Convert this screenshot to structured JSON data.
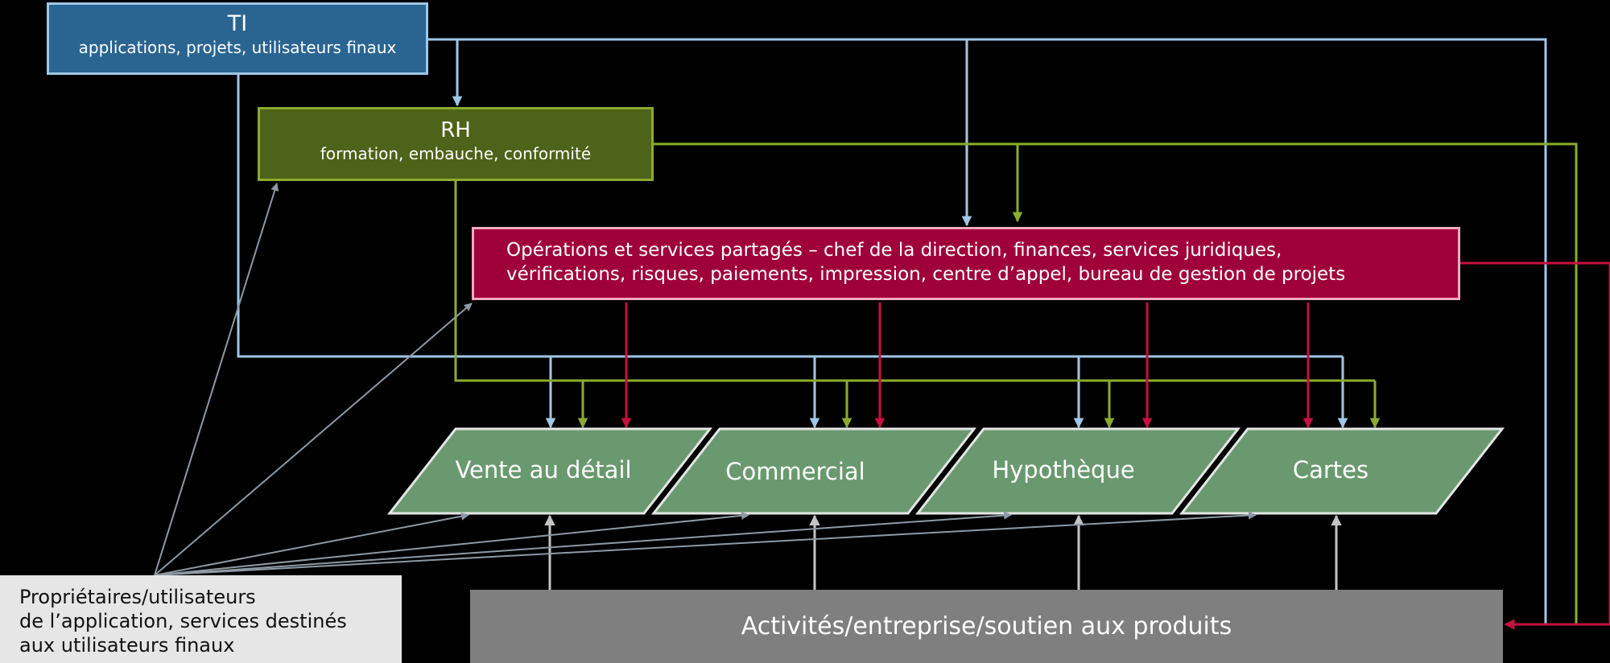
{
  "colors": {
    "background": "#000000",
    "ti": "#2a6592",
    "ti_arrow": "#9fc7e6",
    "rh": "#4d6319",
    "rh_arrow": "#8cab2e",
    "ops": "#a0003a",
    "ops_arrow": "#c8103c",
    "business_units": "#6a9970",
    "support": "#7f7f7f",
    "owners_arrow": "#8d99a4",
    "support_arrow": "#c4c4c4"
  },
  "ti": {
    "title": "TI",
    "subtitle": "applications, projets, utilisateurs finaux"
  },
  "rh": {
    "title": "RH",
    "subtitle": "formation, embauche, conformité"
  },
  "operations": {
    "line1": "Opérations et services partagés – chef de la direction, finances, services juridiques,",
    "line2": "vérifications, risques, paiements, impression, centre d’appel, bureau de gestion de projets"
  },
  "business_units": [
    {
      "label": "Vente au détail"
    },
    {
      "label": "Commercial"
    },
    {
      "label": "Hypothèque"
    },
    {
      "label": "Cartes"
    }
  ],
  "support": {
    "label": "Activités/entreprise/soutien aux produits"
  },
  "owners": {
    "line1": "Propriétaires/utilisateurs",
    "line2": "de l’application, services destinés",
    "line3": "aux utilisateurs finaux"
  },
  "arrow_icon": "arrowhead-icon"
}
